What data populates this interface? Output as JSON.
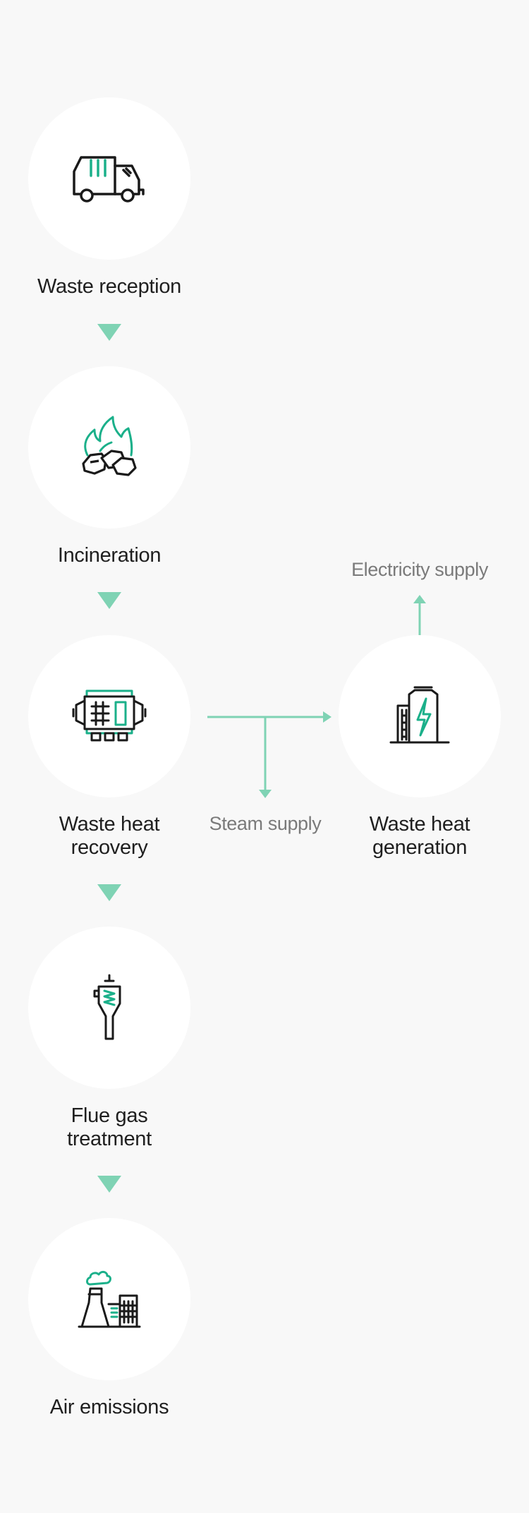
{
  "steps": [
    {
      "label": "Waste reception",
      "icon": "garbage-truck-icon"
    },
    {
      "label": "Incineration",
      "icon": "fire-coal-icon"
    },
    {
      "label": "Waste heat\nrecovery",
      "icon": "boiler-icon"
    },
    {
      "label": "Flue gas\ntreatment",
      "icon": "filter-icon"
    },
    {
      "label": "Air emissions",
      "icon": "factory-chimney-icon"
    }
  ],
  "branch": {
    "steam_label": "Steam supply",
    "generation_label": "Waste heat\ngeneration",
    "generation_icon": "power-generator-icon",
    "electricity_label": "Electricity supply"
  },
  "colors": {
    "accent": "#1bb08a",
    "arrow": "#7fd3b4",
    "line": "#1a1a1a",
    "background": "#f8f8f8",
    "circle": "#ffffff",
    "muted_text": "#7a7a7a"
  }
}
